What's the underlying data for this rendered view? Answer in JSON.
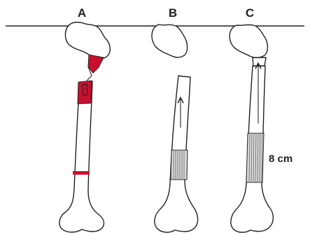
{
  "panels": [
    {
      "label": "A"
    },
    {
      "label": "B"
    },
    {
      "label": "C"
    }
  ],
  "measurement": {
    "label": "8 cm"
  },
  "colors": {
    "line": "#222222",
    "lesion": "#c8102e",
    "graft": "#9a9a9a",
    "background": "#ffffff"
  }
}
